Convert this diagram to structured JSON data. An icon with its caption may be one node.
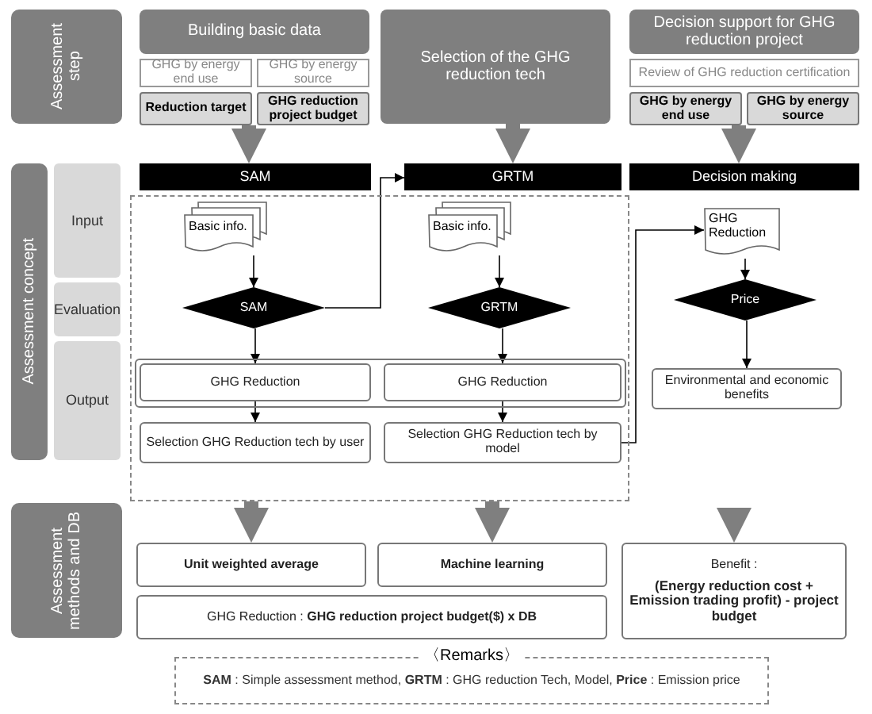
{
  "diagram": {
    "nodes": [
      {
        "text": [
          "Assessment step"
        ]
      },
      {
        "text": [
          "Building basic data"
        ]
      },
      {
        "text": [
          "GHG by energy end use"
        ]
      },
      {
        "text": [
          "GHG by energy source"
        ]
      },
      {
        "text": [
          "Reduction target"
        ]
      },
      {
        "text": [
          "GHG reduction project budget"
        ]
      },
      {
        "text": [
          "Selection of the GHG reduction tech"
        ]
      },
      {
        "text": [
          "Decision support for GHG reduction project"
        ]
      },
      {
        "text": [
          "Review of GHG reduction certification"
        ]
      },
      {
        "text": [
          "GHG by energy end use"
        ]
      },
      {
        "text": [
          "GHG by energy source"
        ]
      },
      {
        "text": [
          "Assessment concept"
        ]
      },
      {
        "text": [
          "Input"
        ]
      },
      {
        "text": [
          "Evaluation"
        ]
      },
      {
        "text": [
          "Output"
        ]
      },
      {
        "text": [
          "SAM"
        ]
      },
      {
        "text": [
          "GRTM"
        ]
      },
      {
        "text": [
          "Decision making"
        ]
      },
      {
        "text": [],
        "shape": "box"
      },
      {
        "text": [
          "Basic info."
        ],
        "in": 18
      },
      {
        "text": [
          "SAM"
        ],
        "in": 18
      },
      {
        "text": [
          "Basic info."
        ],
        "in": 18
      },
      {
        "text": [
          "GRTM"
        ],
        "in": 18
      },
      {
        "text": [],
        "shape": "box",
        "in": 18
      },
      {
        "text": [
          "GHG Reduction"
        ],
        "in": 23
      },
      {
        "text": [
          "GHG Reduction"
        ],
        "in": 23
      },
      {
        "text": [
          "Selection GHG Reduction tech by user"
        ],
        "in": 18
      },
      {
        "text": [
          "Selection GHG Reduction tech by model"
        ],
        "in": 18
      },
      {
        "text": [
          "GHG Reduction"
        ]
      },
      {
        "text": [
          "Price"
        ]
      },
      {
        "text": [
          "Environmental and economic benefits"
        ]
      },
      {
        "text": [
          "Assessment methods and DB"
        ]
      },
      {
        "text": [
          "Unit weighted average"
        ]
      },
      {
        "text": [
          "Machine learning"
        ]
      },
      {
        "text": [
          "GHG Reduction : **GHG reduction project budget($) x DB**"
        ]
      },
      {
        "text": [
          "Benefit :",
          "(Energy reduction cost + Emission trading profit) - project budget"
        ]
      },
      {
        "text": [
          "〈Remarks〉",
          "**SAM** : Simple assessment method, **GRTM** : GHG reduction Tech, Model, **Price** : Emission price"
        ]
      }
    ],
    "edges": [
      {
        "from": 4,
        "to": 15,
        "arrow": "to",
        "style": "thick",
        "color": "#7f7f7f"
      },
      {
        "from": 6,
        "to": 16,
        "arrow": "to",
        "style": "thick",
        "color": "#7f7f7f"
      },
      {
        "from": 9,
        "to": 17,
        "arrow": "to",
        "style": "thick",
        "color": "#7f7f7f"
      },
      {
        "from": 19,
        "to": 20,
        "arrow": "to"
      },
      {
        "from": 20,
        "to": 16,
        "arrow": "to"
      },
      {
        "from": 20,
        "to": 24,
        "arrow": "to"
      },
      {
        "from": 24,
        "to": 26,
        "arrow": "to"
      },
      {
        "from": 21,
        "to": 22,
        "arrow": "to"
      },
      {
        "from": 22,
        "to": 25,
        "arrow": "to"
      },
      {
        "from": 25,
        "to": 27,
        "arrow": "to"
      },
      {
        "from": 27,
        "to": 28,
        "arrow": "to"
      },
      {
        "from": 28,
        "to": 29,
        "arrow": "to"
      },
      {
        "from": 29,
        "to": 30,
        "arrow": "to"
      },
      {
        "from": 18,
        "to": 32,
        "arrow": "to",
        "style": "thick",
        "color": "#7f7f7f"
      },
      {
        "from": 18,
        "to": 33,
        "arrow": "to",
        "style": "thick",
        "color": "#7f7f7f"
      },
      {
        "from": null,
        "to": 35,
        "arrow": "to",
        "style": "thick",
        "color": "#7f7f7f"
      }
    ]
  }
}
